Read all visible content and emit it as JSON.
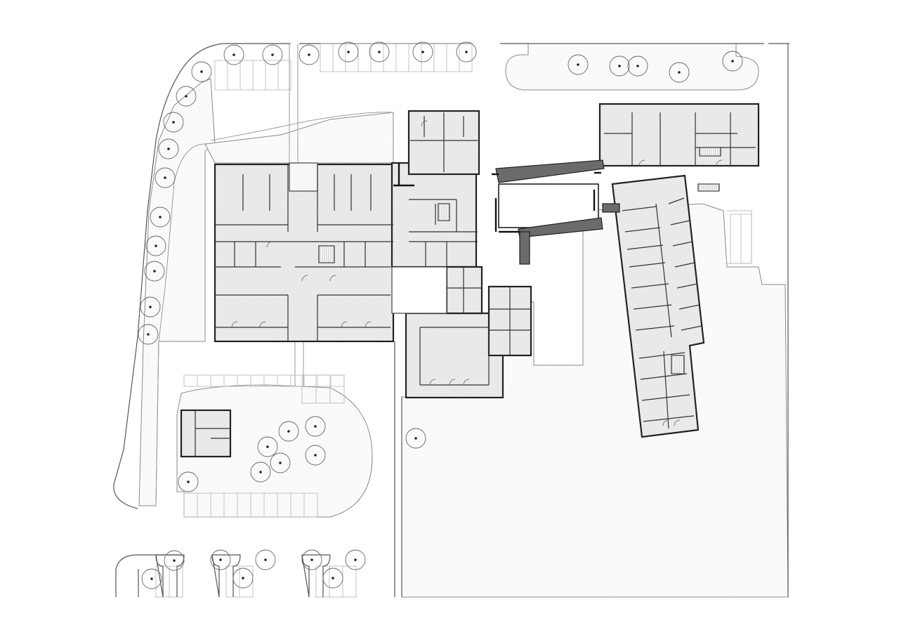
{
  "drawing": {
    "type": "site-floor-plan",
    "colors": {
      "background": "#ffffff",
      "lawn_stipple": "#cfcfcf",
      "building_hatch": "#e6e6e6",
      "walls": "#111111",
      "roads": "#9a9a9a",
      "bridge": "#6b6b6b"
    },
    "elements": {
      "trees": "tree-symbol",
      "parking": "parking-stalls",
      "buildings": "building-wings",
      "courtyards": "open-courtyards",
      "bridge": "glazed-link-bridge"
    },
    "counts": {
      "trees": 40,
      "building_wings": 6
    }
  }
}
